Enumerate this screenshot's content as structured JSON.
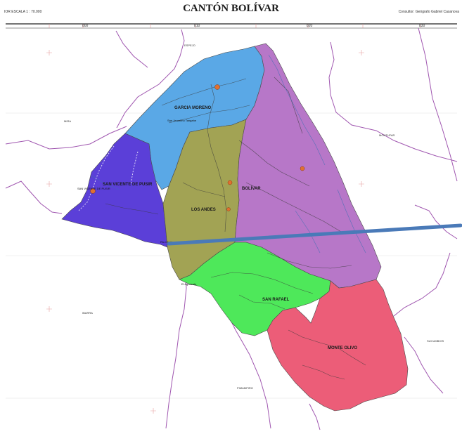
{
  "header": {
    "left_text": "IOR   ESCALA 1 : 70.000",
    "title": "CANTÓN BOLÍVAR",
    "right_text": "Consultor: Geógrafo Gabriel Casanova"
  },
  "grid_labels": {
    "top": [
      "800",
      "810",
      "820",
      "830"
    ]
  },
  "parishes": [
    {
      "id": "garcia-moreno",
      "label": "GARCIA MORENO",
      "color": "#5aa8e6"
    },
    {
      "id": "san-vicente-de-pusir",
      "label": "SAN VICENTE DE PUSIR",
      "color": "#5b3fd8"
    },
    {
      "id": "los-andes",
      "label": "LOS ANDES",
      "color": "#a2a354"
    },
    {
      "id": "bolivar",
      "label": "BOLÍVAR",
      "color": "#b777c8"
    },
    {
      "id": "san-rafael",
      "label": "SAN RAFAEL",
      "color": "#4ee85a"
    },
    {
      "id": "monte-olivo",
      "label": "MONTE OLIVO",
      "color": "#ec5d78"
    }
  ],
  "neighbors": [
    {
      "id": "espejo",
      "label": "ESPEJO"
    },
    {
      "id": "mira",
      "label": "MIRA"
    },
    {
      "id": "montufar",
      "label": "MONTUFAR"
    },
    {
      "id": "ibarra",
      "label": "IBARRA"
    },
    {
      "id": "sucumbios",
      "label": "SUCUMBIOS"
    },
    {
      "id": "pimampiro",
      "label": "PIMAMPIRO"
    }
  ],
  "places": [
    {
      "id": "san-vicente-de-pusir-town",
      "label": "SAN VICENTE DE PUSIR"
    },
    {
      "id": "san-jeronimo",
      "label": "San Jeronimo Tangahe"
    },
    {
      "id": "rio-chota",
      "label": "Rio Chota"
    },
    {
      "id": "el-aguacate",
      "label": "El Aguacate"
    }
  ],
  "annotation": {
    "type": "arrow-line",
    "color": "#4a7ab8"
  }
}
